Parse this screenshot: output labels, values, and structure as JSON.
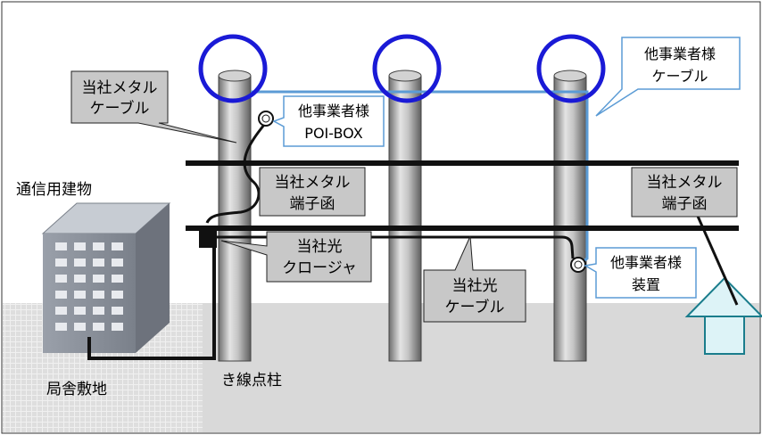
{
  "labels": {
    "building": "通信用建物",
    "premises": "局舎敷地",
    "pole": "き線点柱",
    "company_metal_cable": [
      "当社メタル",
      "ケーブル"
    ],
    "other_poi_box": [
      "他事業者様",
      "POI-BOX"
    ],
    "company_metal_terminal_center": [
      "当社メタル",
      "端子函"
    ],
    "company_optical_closure": [
      "当社光",
      "クロージャ"
    ],
    "company_optical_cable": [
      "当社光",
      "ケーブル"
    ],
    "other_device": [
      "他事業者様",
      "装置"
    ],
    "other_cable": [
      "他事業者様",
      "ケーブル"
    ],
    "company_metal_terminal_right": [
      "当社メタル",
      "端子函"
    ]
  },
  "colors": {
    "pole_highlight_circle": "#1a1ad6",
    "other_cable_line": "#5b9bd5",
    "callout_fill": "#c8c8c8",
    "house_fill": "#ddf3f7"
  }
}
